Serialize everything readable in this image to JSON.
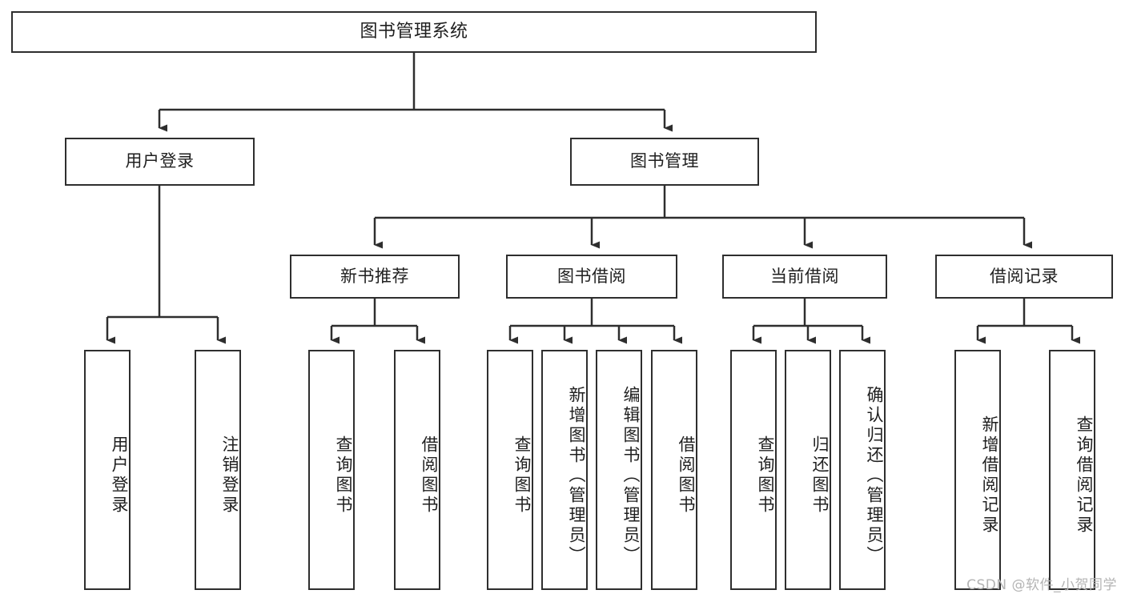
{
  "diagram": {
    "type": "tree",
    "title": "图书管理系统",
    "watermark": "CSDN @软件_小贺同学",
    "colors": {
      "border": "#2e2e2e",
      "background": "#ffffff",
      "text": "#1f1f1f",
      "watermark": "#b4b4b4"
    },
    "nodes": {
      "root": "图书管理系统",
      "level2": [
        {
          "label": "用户登录"
        },
        {
          "label": "图书管理"
        }
      ],
      "level3": [
        {
          "label": "新书推荐"
        },
        {
          "label": "图书借阅"
        },
        {
          "label": "当前借阅"
        },
        {
          "label": "借阅记录"
        }
      ],
      "leaves": {
        "user_login": [
          {
            "label": "用户登录"
          },
          {
            "label": "注销登录"
          }
        ],
        "new_book": [
          {
            "label": "查询图书"
          },
          {
            "label": "借阅图书"
          }
        ],
        "book_borrow": [
          {
            "label": "查询图书"
          },
          {
            "label": "新增图书（管理员）"
          },
          {
            "label": "编辑图书（管理员）"
          },
          {
            "label": "借阅图书"
          }
        ],
        "current_borrow": [
          {
            "label": "查询图书"
          },
          {
            "label": "归还图书"
          },
          {
            "label": "确认归还（管理员）"
          }
        ],
        "borrow_record": [
          {
            "label": "新增借阅记录"
          },
          {
            "label": "查询借阅记录"
          }
        ]
      }
    }
  }
}
